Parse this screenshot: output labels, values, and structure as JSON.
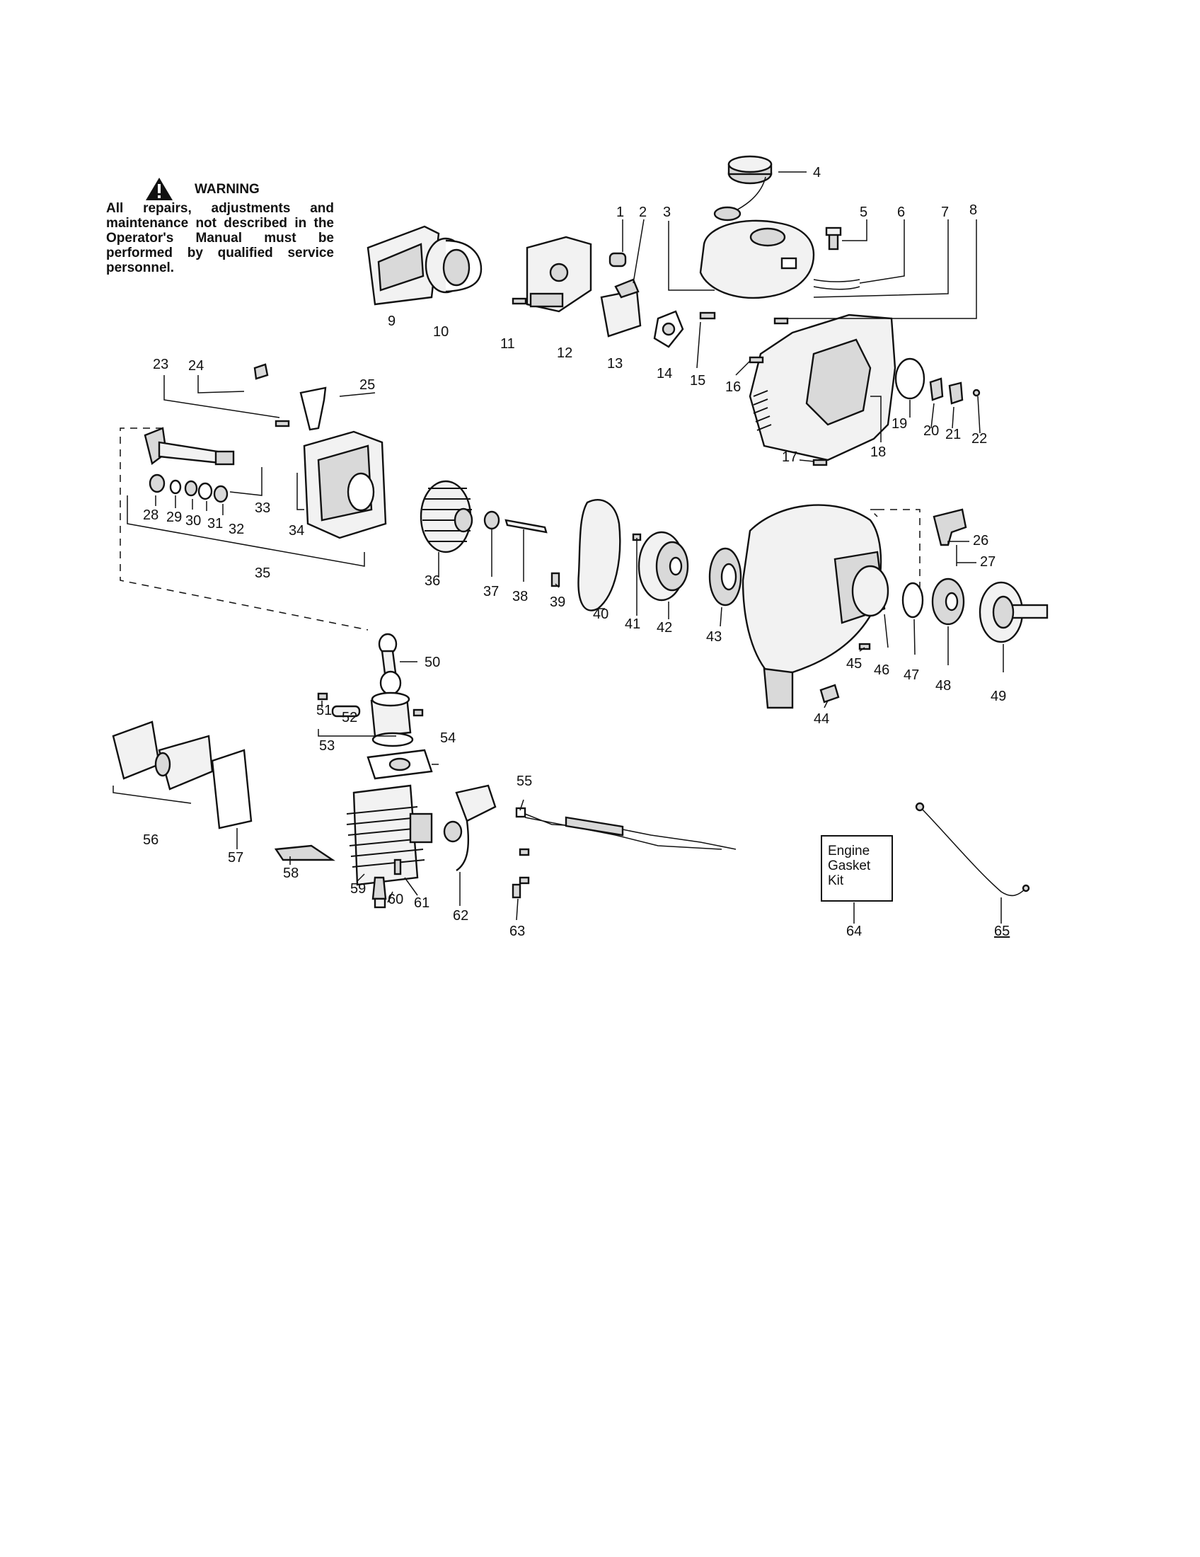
{
  "warning": {
    "heading": "WARNING",
    "text": "All repairs, adjustments and maintenance not described in the Operator's Manual must be performed by qualified service personnel."
  },
  "kit_box": {
    "lines": [
      "Engine",
      "Gasket",
      "Kit"
    ]
  },
  "part_numbers": [
    "1",
    "2",
    "3",
    "4",
    "5",
    "6",
    "7",
    "8",
    "9",
    "10",
    "11",
    "12",
    "13",
    "14",
    "15",
    "16",
    "17",
    "18",
    "19",
    "20",
    "21",
    "22",
    "23",
    "24",
    "25",
    "26",
    "27",
    "28",
    "29",
    "30",
    "31",
    "32",
    "33",
    "34",
    "35",
    "36",
    "37",
    "38",
    "39",
    "40",
    "41",
    "42",
    "43",
    "44",
    "45",
    "46",
    "47",
    "48",
    "49",
    "50",
    "51",
    "52",
    "53",
    "54",
    "55",
    "56",
    "57",
    "58",
    "59",
    "60",
    "61",
    "62",
    "63",
    "64",
    "65"
  ]
}
